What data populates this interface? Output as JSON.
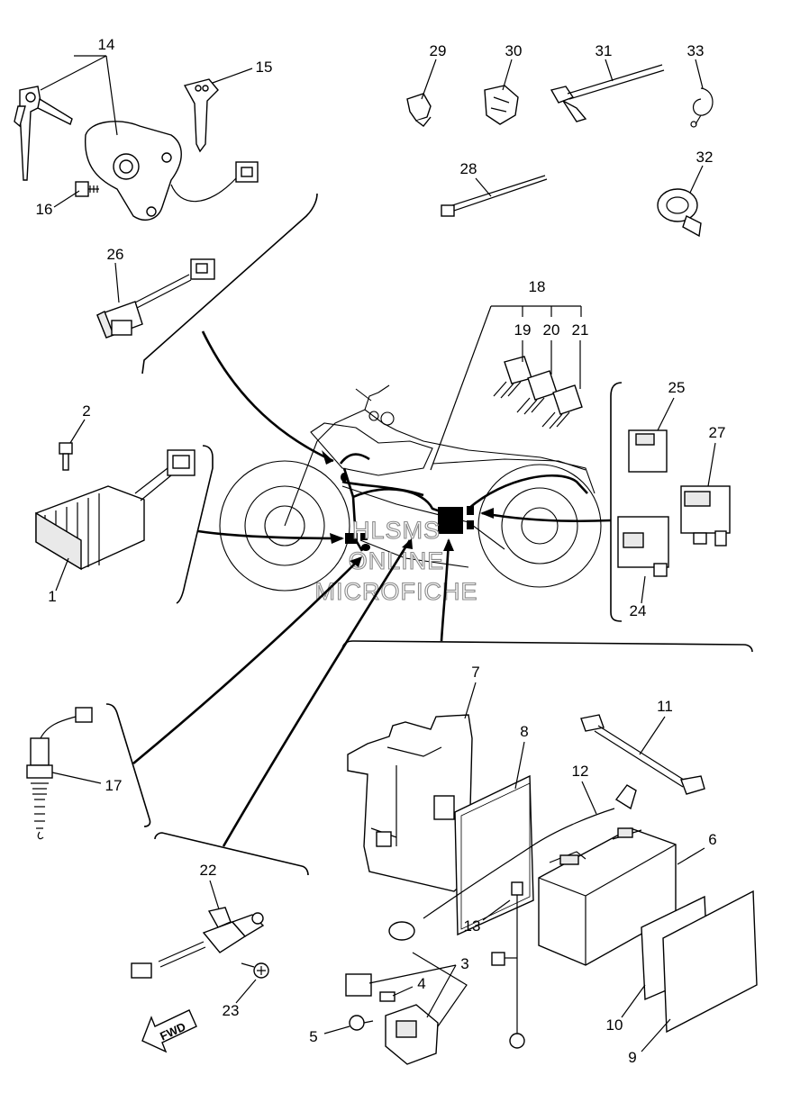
{
  "watermark": {
    "line1": "HLSMS",
    "line2": "ONLINE",
    "line3": "MICROFICHE"
  },
  "fwd_label": "FWD",
  "callouts": {
    "c1": "1",
    "c2": "2",
    "c3": "3",
    "c4": "4",
    "c5": "5",
    "c6": "6",
    "c7": "7",
    "c8": "8",
    "c9": "9",
    "c10": "10",
    "c11": "11",
    "c12": "12",
    "c13": "13",
    "c14": "14",
    "c15": "15",
    "c16": "16",
    "c17": "17",
    "c18": "18",
    "c19": "19",
    "c20": "20",
    "c21": "21",
    "c22": "22",
    "c23": "23",
    "c24": "24",
    "c25": "25",
    "c26": "26",
    "c27": "27",
    "c28": "28",
    "c29": "29",
    "c30": "30",
    "c31": "31",
    "c32": "32",
    "c33": "33"
  }
}
